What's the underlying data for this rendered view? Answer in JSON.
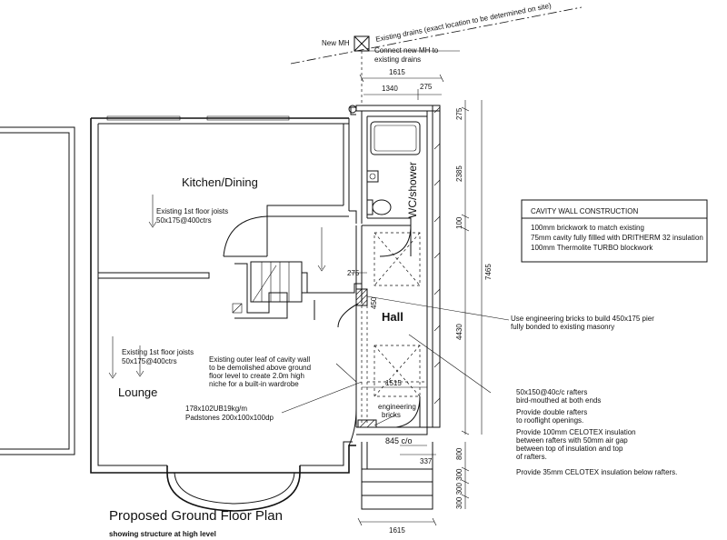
{
  "title": "Proposed Ground Floor Plan",
  "subtitle": "showing structure at high level",
  "rooms": {
    "kitchen": "Kitchen/Dining",
    "wc": "WC/shower",
    "hall": "Hall",
    "lounge": "Lounge"
  },
  "notes": {
    "new_mh": "New MH",
    "drains_existing": "Existing drains (exact location to be determined on site)",
    "connect_1": "Connect new MH to",
    "connect_2": "existing drains",
    "joists_kitchen_1": "Existing 1st floor joists",
    "joists_kitchen_2": "50x175@400ctrs",
    "joists_lounge_1": "Existing 1st floor joists",
    "joists_lounge_2": "50x175@400ctrs",
    "outer_leaf_1": "Existing outer leaf of cavity wall",
    "outer_leaf_2": "to be demolished above ground",
    "outer_leaf_3": "floor level to create 2.0m high",
    "outer_leaf_4": "niche for a built-in wardrobe",
    "ub_1": "178x102UB19kg/m",
    "ub_2": "Padstones 200x100x100dp",
    "eng_bricks_1": "engineering",
    "eng_bricks_2": "bricks",
    "pier_1": "Use engineering bricks to build 450x175 pier",
    "pier_2": "fully bonded to existing masonry",
    "rafters_1": "50x150@40c/c rafters",
    "rafters_2": "bird-mouthed at both ends",
    "double_1": "Provide double rafters",
    "double_2": "to rooflight openings.",
    "celotex_1": "Provide 100mm CELOTEX insulation",
    "celotex_2": "between rafters with 50mm air gap",
    "celotex_3": "between top of insulation and top",
    "celotex_4": "of rafters.",
    "celotex_below": "Provide 35mm CELOTEX insulation below rafters."
  },
  "cavity_box": {
    "heading": "CAVITY WALL CONSTRUCTION",
    "line1": "100mm brickwork to match existing",
    "line2": "75mm cavity fully fillled with DRITHERM 32 insulation",
    "line3": "100mm Thermolite TURBO  blockwork"
  },
  "dimensions": {
    "top_overall": "1615",
    "top_right": "275",
    "top_inner": "1340",
    "right_top": "275",
    "right_wc": "2385",
    "right_100": "100",
    "right_overall": "7465",
    "right_hall": "4430",
    "right_800": "800",
    "steps": "300 300 300",
    "pier_275": "275",
    "pier_450": "450",
    "hall_1515": "1515",
    "c_o": "845 c/o",
    "d337": "337",
    "bottom": "1615"
  }
}
